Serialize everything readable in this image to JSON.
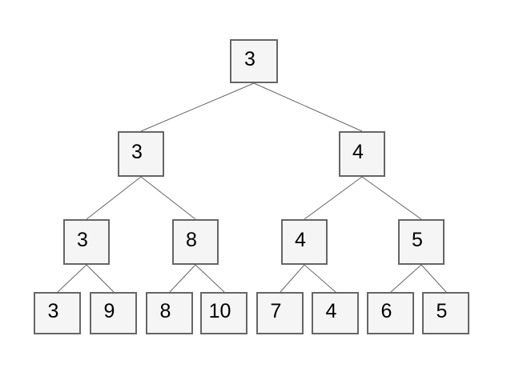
{
  "tree": {
    "root": {
      "value": "3",
      "children": [
        {
          "value": "3",
          "children": [
            {
              "value": "3",
              "children": [
                {
                  "value": "3"
                },
                {
                  "value": "9"
                }
              ]
            },
            {
              "value": "8",
              "children": [
                {
                  "value": "8"
                },
                {
                  "value": "10"
                }
              ]
            }
          ]
        },
        {
          "value": "4",
          "children": [
            {
              "value": "4",
              "children": [
                {
                  "value": "7"
                },
                {
                  "value": "4"
                }
              ]
            },
            {
              "value": "5",
              "children": [
                {
                  "value": "6"
                },
                {
                  "value": "5"
                }
              ]
            }
          ]
        }
      ]
    }
  },
  "colors": {
    "background": "#ffffff",
    "node_fill": "#f5f5f5",
    "node_border": "#666666",
    "edge": "#666666",
    "node_text": "#000000"
  }
}
